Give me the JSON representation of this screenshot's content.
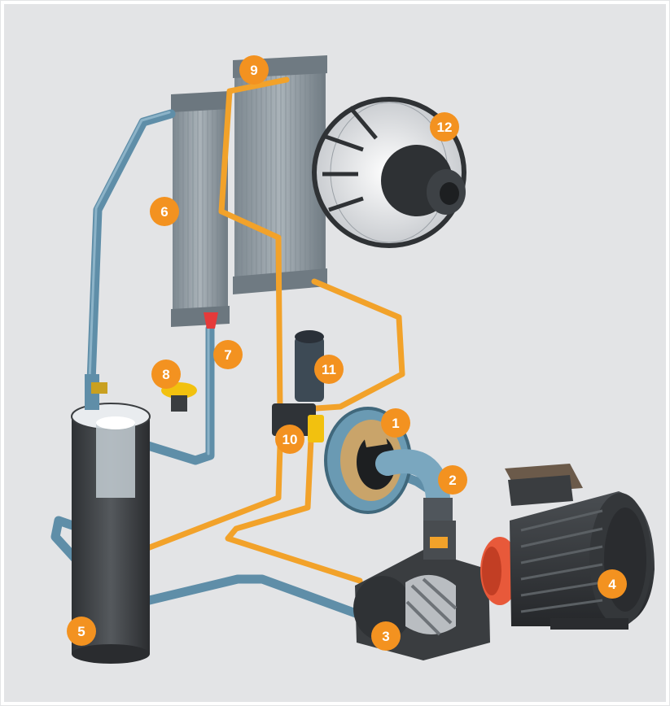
{
  "diagram": {
    "colors": {
      "background": "#e3e4e6",
      "badge": "#f39220",
      "badge_text": "#ffffff",
      "air_pipe": "#5f8ea8",
      "oil_pipe": "#f2a22a",
      "cooler_body": "#8f9aa2",
      "motor_body": "#3a3d40",
      "coupling": "#e8593a",
      "valve_yellow": "#f2c10f"
    },
    "components": [
      {
        "id": "1",
        "label": "1",
        "icon": "air-filter-icon"
      },
      {
        "id": "2",
        "label": "2",
        "icon": "intake-elbow-icon"
      },
      {
        "id": "3",
        "label": "3",
        "icon": "screw-airend-icon"
      },
      {
        "id": "4",
        "label": "4",
        "icon": "electric-motor-icon"
      },
      {
        "id": "5",
        "label": "5",
        "icon": "separator-tank-icon"
      },
      {
        "id": "6",
        "label": "6",
        "icon": "air-aftercooler-icon"
      },
      {
        "id": "7",
        "label": "7",
        "icon": "drain-valve-icon"
      },
      {
        "id": "8",
        "label": "8",
        "icon": "condensate-trap-icon"
      },
      {
        "id": "9",
        "label": "9",
        "icon": "oil-cooler-icon"
      },
      {
        "id": "10",
        "label": "10",
        "icon": "thermostatic-valve-icon"
      },
      {
        "id": "11",
        "label": "11",
        "icon": "oil-filter-icon"
      },
      {
        "id": "12",
        "label": "12",
        "icon": "cooling-fan-icon"
      }
    ]
  }
}
